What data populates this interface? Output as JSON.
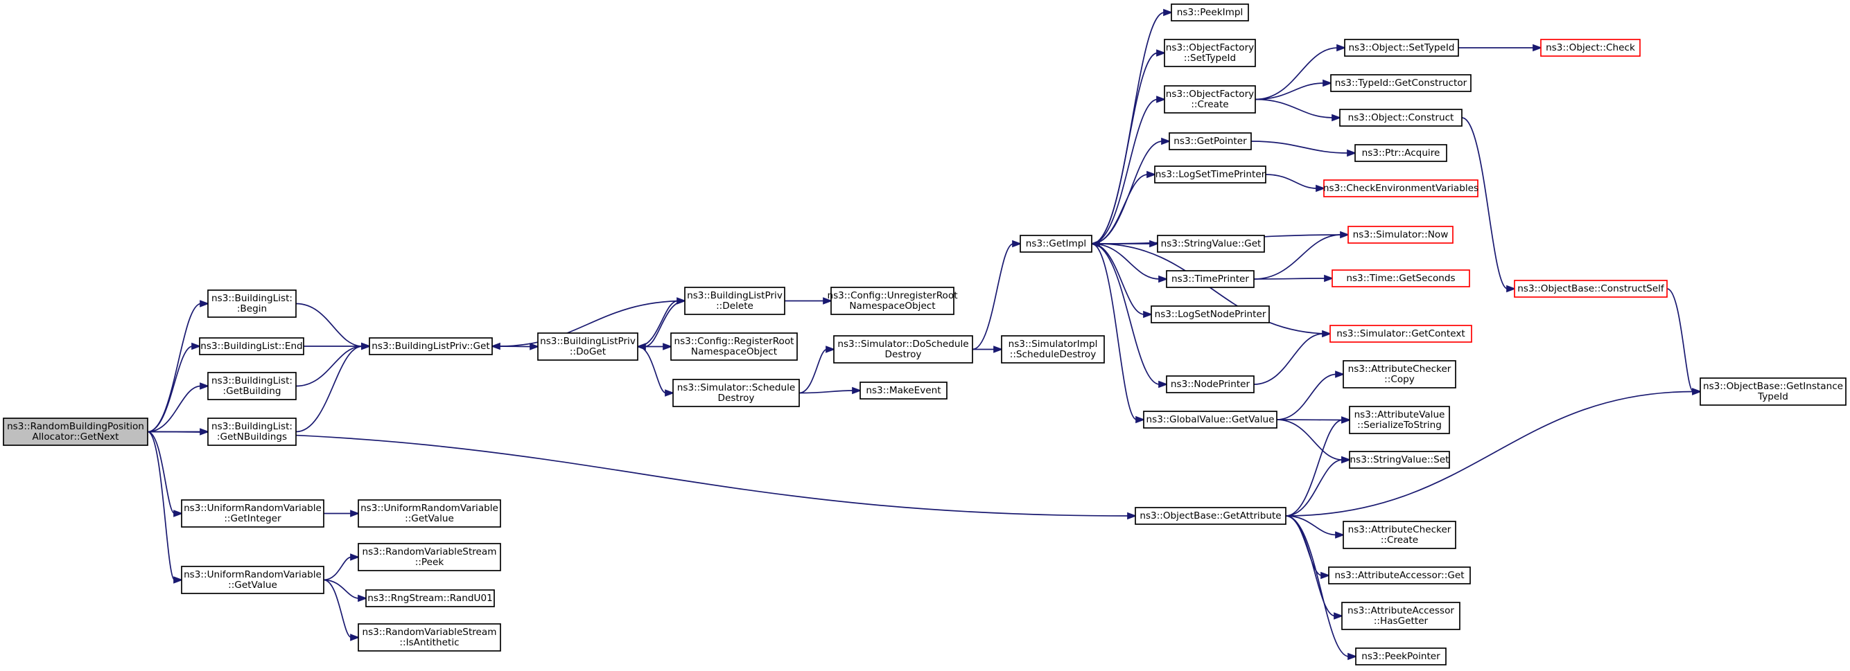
{
  "diagram": {
    "type": "call-graph",
    "colors": {
      "edge": "#191970",
      "node_border": "#000000",
      "node_border_truncated": "#ff0000",
      "root_fill": "#bfbfbf"
    },
    "nodes": [
      {
        "id": "root",
        "lines": [
          "ns3::RandomBuildingPosition",
          "Allocator::GetNext"
        ],
        "style": "root"
      },
      {
        "id": "bl_begin",
        "lines": [
          "ns3::BuildingList:",
          ":Begin"
        ]
      },
      {
        "id": "bl_end",
        "lines": [
          "ns3::BuildingList::End"
        ]
      },
      {
        "id": "bl_getbuilding",
        "lines": [
          "ns3::BuildingList:",
          ":GetBuilding"
        ]
      },
      {
        "id": "bl_getn",
        "lines": [
          "ns3::BuildingList:",
          ":GetNBuildings"
        ]
      },
      {
        "id": "urv_getinteger",
        "lines": [
          "ns3::UniformRandomVariable",
          "::GetInteger"
        ]
      },
      {
        "id": "urv_getvalue",
        "lines": [
          "ns3::UniformRandomVariable",
          "::GetValue"
        ]
      },
      {
        "id": "urv_getvalue2",
        "lines": [
          "ns3::UniformRandomVariable",
          "::GetValue"
        ]
      },
      {
        "id": "rvs_peek",
        "lines": [
          "ns3::RandomVariableStream",
          "::Peek"
        ]
      },
      {
        "id": "rng_randu01",
        "lines": [
          "ns3::RngStream::RandU01"
        ]
      },
      {
        "id": "rvs_isanti",
        "lines": [
          "ns3::RandomVariableStream",
          "::IsAntithetic"
        ]
      },
      {
        "id": "blp_get",
        "lines": [
          "ns3::BuildingListPriv::Get"
        ]
      },
      {
        "id": "blp_doget",
        "lines": [
          "ns3::BuildingListPriv",
          "::DoGet"
        ]
      },
      {
        "id": "blp_delete",
        "lines": [
          "ns3::BuildingListPriv",
          "::Delete"
        ]
      },
      {
        "id": "cfg_register",
        "lines": [
          "ns3::Config::RegisterRoot",
          "NamespaceObject"
        ]
      },
      {
        "id": "cfg_unregister",
        "lines": [
          "ns3::Config::UnregisterRoot",
          "NamespaceObject"
        ]
      },
      {
        "id": "sim_schedule",
        "lines": [
          "ns3::Simulator::Schedule",
          "Destroy"
        ]
      },
      {
        "id": "makeevent",
        "lines": [
          "ns3::MakeEvent"
        ]
      },
      {
        "id": "sim_doschedule",
        "lines": [
          "ns3::Simulator::DoSchedule",
          "Destroy"
        ]
      },
      {
        "id": "simimpl_sched",
        "lines": [
          "ns3::SimulatorImpl",
          "::ScheduleDestroy"
        ]
      },
      {
        "id": "getimpl",
        "lines": [
          "ns3::GetImpl"
        ]
      },
      {
        "id": "peekimpl",
        "lines": [
          "ns3::PeekImpl"
        ]
      },
      {
        "id": "of_settypeid",
        "lines": [
          "ns3::ObjectFactory",
          "::SetTypeId"
        ]
      },
      {
        "id": "of_create",
        "lines": [
          "ns3::ObjectFactory",
          "::Create"
        ]
      },
      {
        "id": "getpointer",
        "lines": [
          "ns3::GetPointer"
        ]
      },
      {
        "id": "logsettimeprinter",
        "lines": [
          "ns3::LogSetTimePrinter"
        ]
      },
      {
        "id": "stringvalue_get",
        "lines": [
          "ns3::StringValue::Get"
        ]
      },
      {
        "id": "timeprinter",
        "lines": [
          "ns3::TimePrinter"
        ]
      },
      {
        "id": "logsetnodeprinter",
        "lines": [
          "ns3::LogSetNodePrinter"
        ]
      },
      {
        "id": "nodeprinter",
        "lines": [
          "ns3::NodePrinter"
        ]
      },
      {
        "id": "gv_getvalue",
        "lines": [
          "ns3::GlobalValue::GetValue"
        ]
      },
      {
        "id": "ob_getattribute",
        "lines": [
          "ns3::ObjectBase::GetAttribute"
        ]
      },
      {
        "id": "obj_settypeid",
        "lines": [
          "ns3::Object::SetTypeId"
        ]
      },
      {
        "id": "obj_check",
        "lines": [
          "ns3::Object::Check"
        ],
        "style": "red"
      },
      {
        "id": "typeid_getctor",
        "lines": [
          "ns3::TypeId::GetConstructor"
        ]
      },
      {
        "id": "obj_construct",
        "lines": [
          "ns3::Object::Construct"
        ]
      },
      {
        "id": "ptr_acquire",
        "lines": [
          "ns3::Ptr::Acquire"
        ]
      },
      {
        "id": "checkenv",
        "lines": [
          "ns3::CheckEnvironmentVariables"
        ],
        "style": "red"
      },
      {
        "id": "sim_now",
        "lines": [
          "ns3::Simulator::Now"
        ],
        "style": "red"
      },
      {
        "id": "time_getseconds",
        "lines": [
          "ns3::Time::GetSeconds"
        ],
        "style": "red"
      },
      {
        "id": "sim_getcontext",
        "lines": [
          "ns3::Simulator::GetContext"
        ],
        "style": "red"
      },
      {
        "id": "ob_constructself",
        "lines": [
          "ns3::ObjectBase::ConstructSelf"
        ],
        "style": "red"
      },
      {
        "id": "ob_getinstancetypeid",
        "lines": [
          "ns3::ObjectBase::GetInstance",
          "TypeId"
        ]
      },
      {
        "id": "ac_copy",
        "lines": [
          "ns3::AttributeChecker",
          "::Copy"
        ]
      },
      {
        "id": "av_serialize",
        "lines": [
          "ns3::AttributeValue",
          "::SerializeToString"
        ]
      },
      {
        "id": "stringvalue_set",
        "lines": [
          "ns3::StringValue::Set"
        ]
      },
      {
        "id": "ac_create",
        "lines": [
          "ns3::AttributeChecker",
          "::Create"
        ]
      },
      {
        "id": "aa_get",
        "lines": [
          "ns3::AttributeAccessor::Get"
        ]
      },
      {
        "id": "aa_hasgetter",
        "lines": [
          "ns3::AttributeAccessor",
          "::HasGetter"
        ]
      },
      {
        "id": "peekpointer",
        "lines": [
          "ns3::PeekPointer"
        ]
      }
    ],
    "edges": [
      [
        "root",
        "bl_begin"
      ],
      [
        "root",
        "bl_end"
      ],
      [
        "root",
        "bl_getbuilding"
      ],
      [
        "root",
        "bl_getn"
      ],
      [
        "root",
        "urv_getinteger"
      ],
      [
        "root",
        "urv_getvalue2"
      ],
      [
        "root",
        "ob_getattribute"
      ],
      [
        "bl_begin",
        "blp_get"
      ],
      [
        "bl_end",
        "blp_get"
      ],
      [
        "bl_getbuilding",
        "blp_get"
      ],
      [
        "bl_getn",
        "blp_get"
      ],
      [
        "urv_getinteger",
        "urv_getvalue"
      ],
      [
        "urv_getvalue2",
        "rvs_peek"
      ],
      [
        "urv_getvalue2",
        "rng_randu01"
      ],
      [
        "urv_getvalue2",
        "rvs_isanti"
      ],
      [
        "blp_get",
        "blp_doget"
      ],
      [
        "blp_doget",
        "blp_delete"
      ],
      [
        "blp_doget",
        "cfg_register"
      ],
      [
        "blp_doget",
        "sim_schedule"
      ],
      [
        "blp_delete",
        "blp_get"
      ],
      [
        "blp_delete",
        "blp_doget"
      ],
      [
        "blp_delete",
        "cfg_unregister"
      ],
      [
        "sim_schedule",
        "makeevent"
      ],
      [
        "sim_schedule",
        "sim_doschedule"
      ],
      [
        "sim_doschedule",
        "getimpl"
      ],
      [
        "sim_doschedule",
        "simimpl_sched"
      ],
      [
        "getimpl",
        "peekimpl"
      ],
      [
        "getimpl",
        "of_settypeid"
      ],
      [
        "getimpl",
        "of_create"
      ],
      [
        "getimpl",
        "getpointer"
      ],
      [
        "getimpl",
        "logsettimeprinter"
      ],
      [
        "getimpl",
        "stringvalue_get"
      ],
      [
        "getimpl",
        "timeprinter"
      ],
      [
        "getimpl",
        "logsetnodeprinter"
      ],
      [
        "getimpl",
        "nodeprinter"
      ],
      [
        "getimpl",
        "gv_getvalue"
      ],
      [
        "of_create",
        "obj_settypeid"
      ],
      [
        "of_create",
        "typeid_getctor"
      ],
      [
        "of_create",
        "obj_construct"
      ],
      [
        "obj_settypeid",
        "obj_check"
      ],
      [
        "obj_construct",
        "ob_constructself"
      ],
      [
        "ob_constructself",
        "ob_getinstancetypeid"
      ],
      [
        "getpointer",
        "ptr_acquire"
      ],
      [
        "logsettimeprinter",
        "checkenv"
      ],
      [
        "sim_now",
        "getimpl"
      ],
      [
        "sim_getcontext",
        "getimpl"
      ],
      [
        "timeprinter",
        "sim_now"
      ],
      [
        "timeprinter",
        "time_getseconds"
      ],
      [
        "nodeprinter",
        "sim_getcontext"
      ],
      [
        "gv_getvalue",
        "ac_copy"
      ],
      [
        "gv_getvalue",
        "av_serialize"
      ],
      [
        "gv_getvalue",
        "stringvalue_set"
      ],
      [
        "ob_getattribute",
        "ob_getinstancetypeid"
      ],
      [
        "ob_getattribute",
        "av_serialize"
      ],
      [
        "ob_getattribute",
        "stringvalue_set"
      ],
      [
        "ob_getattribute",
        "ac_create"
      ],
      [
        "ob_getattribute",
        "aa_get"
      ],
      [
        "ob_getattribute",
        "aa_hasgetter"
      ],
      [
        "ob_getattribute",
        "peekpointer"
      ]
    ]
  }
}
